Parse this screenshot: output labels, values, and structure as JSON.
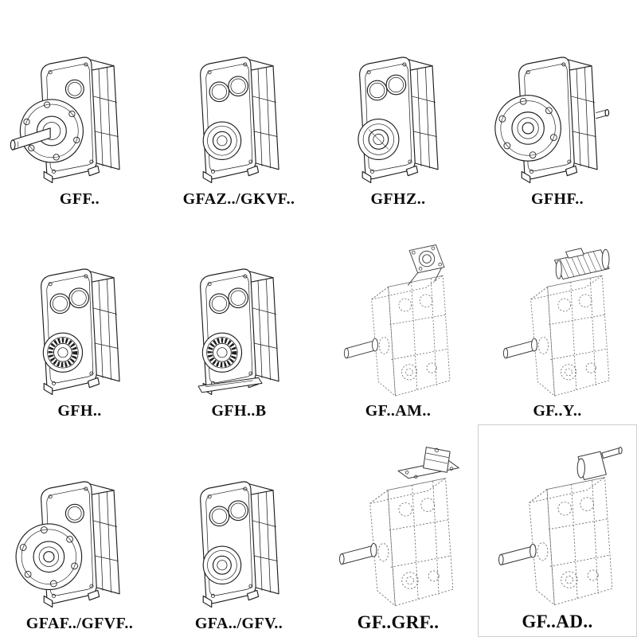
{
  "page": {
    "kind": "gear-reducer-catalog-sheet",
    "background": "#ffffff"
  },
  "colors": {
    "solid_line": "#1d1d1d",
    "dashed_line": "#6b6b6b",
    "label_text": "#0b0b0b"
  },
  "catalog": {
    "items": [
      {
        "label": "GFF..",
        "drawing": "flange-mounted-solid-shaft",
        "line_style": "solid"
      },
      {
        "label": "GFAZ../GKVF..",
        "drawing": "hollow-shaft",
        "line_style": "solid"
      },
      {
        "label": "GFHZ..",
        "drawing": "hollow-shaft-shrink-disc",
        "line_style": "solid"
      },
      {
        "label": "GFHF..",
        "drawing": "flange-hollow-shaft",
        "line_style": "solid"
      },
      {
        "label": "GFH..",
        "drawing": "hollow-shaft-bearing",
        "line_style": "solid"
      },
      {
        "label": "GFH..B",
        "drawing": "hollow-shaft-bearing-foot",
        "line_style": "solid"
      },
      {
        "label": "GF..AM..",
        "drawing": "iec-adapter-flange",
        "line_style": "dashed"
      },
      {
        "label": "GF..Y..",
        "drawing": "motor-mounted",
        "line_style": "dashed"
      },
      {
        "label": "GFAF../GFVF..",
        "drawing": "flange-hollow",
        "line_style": "solid"
      },
      {
        "label": "GFA../GFV..",
        "drawing": "hollow-shaft",
        "line_style": "solid"
      },
      {
        "label": "GF..GRF..",
        "drawing": "adapter-plate-input",
        "line_style": "dashed"
      },
      {
        "label": "GF..AD..",
        "drawing": "input-shaft-adapter",
        "line_style": "dashed"
      }
    ]
  }
}
